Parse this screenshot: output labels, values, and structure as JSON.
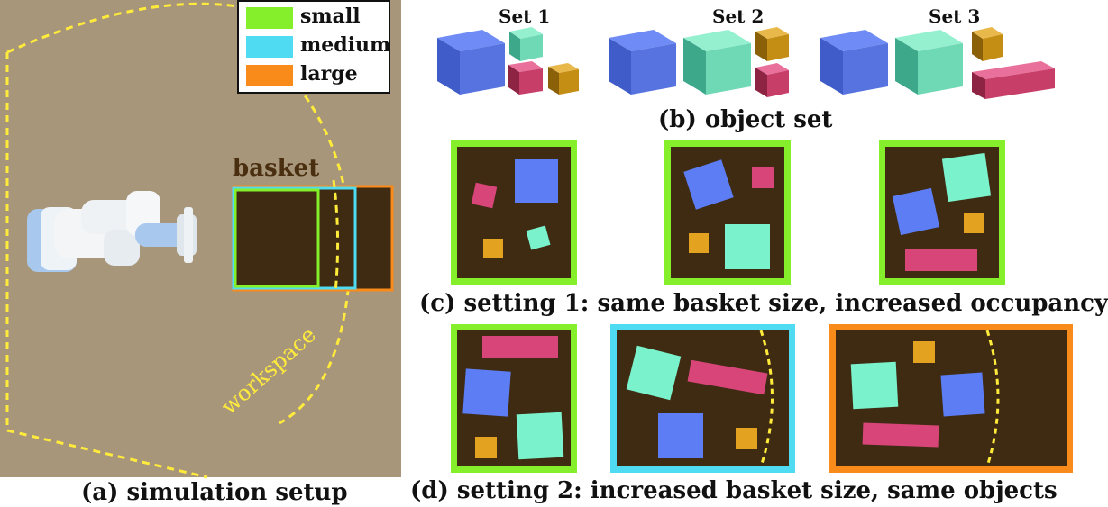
{
  "captions": {
    "a": "(a) simulation setup",
    "b": "(b) object set",
    "c": "(c) setting 1: same basket size, increased occupancy",
    "d": "(d) setting 2: increased basket size, same objects"
  },
  "sim": {
    "basket_label": "basket",
    "workspace_label": "workspace"
  },
  "legend": [
    {
      "label": "small",
      "color": "#86ef2b"
    },
    {
      "label": "medium",
      "color": "#4fdcf2"
    },
    {
      "label": "large",
      "color": "#f88b1a"
    }
  ],
  "object_sets": [
    "Set 1",
    "Set 2",
    "Set 3"
  ],
  "colors": {
    "floor": "#a8967a",
    "basket_fill": "#3e2b12",
    "workspace": "#ffeb3b",
    "blue": "#5d7df5",
    "teal": "#7af2cc",
    "pink": "#d84579",
    "gold": "#e3a320",
    "small": "#86ef2b",
    "medium": "#4fdcf2",
    "large": "#f88b1a"
  }
}
